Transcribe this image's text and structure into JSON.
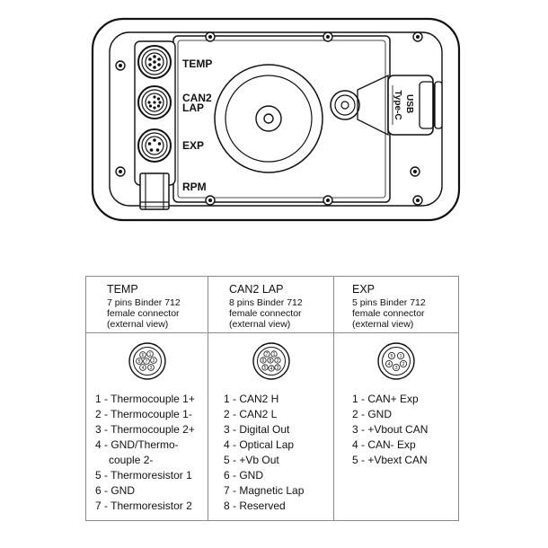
{
  "device": {
    "ports": [
      "TEMP",
      "CAN2\nLAP",
      "EXP",
      "RPM"
    ],
    "port_temp": "TEMP",
    "port_can2_line1": "CAN2",
    "port_can2_line2": "LAP",
    "port_exp": "EXP",
    "port_rpm": "RPM",
    "usb_line1": "USB",
    "usb_line2": "Type-C"
  },
  "table": {
    "columns": [
      {
        "title": "TEMP",
        "desc": [
          "7 pins Binder 712",
          "female connector",
          "(external view)"
        ],
        "pin_count": 7,
        "pins": [
          "1 - Thermocouple 1+",
          "2 - Thermocouple 1-",
          "3 - Thermocouple 2+",
          "4 - GND/Thermo-",
          "couple 2-",
          "5 - Thermoresistor 1",
          "6 - GND",
          "7 - Thermoresistor 2"
        ]
      },
      {
        "title": "CAN2 LAP",
        "desc": [
          "8 pins Binder 712",
          "female connector",
          "(external view)"
        ],
        "pin_count": 8,
        "pins": [
          "1 - CAN2 H",
          "2 - CAN2 L",
          "3 - Digital Out",
          "4 - Optical Lap",
          "5 - +Vb Out",
          "6 - GND",
          "7 - Magnetic Lap",
          "8 - Reserved"
        ]
      },
      {
        "title": "EXP",
        "desc": [
          "5 pins Binder 712",
          "female connector",
          "(external view)"
        ],
        "pin_count": 5,
        "pins": [
          "1 - CAN+ Exp",
          "2 - GND",
          "3 - +Vbout CAN",
          "4 - CAN- Exp",
          "5 - +Vbext CAN"
        ]
      }
    ]
  }
}
